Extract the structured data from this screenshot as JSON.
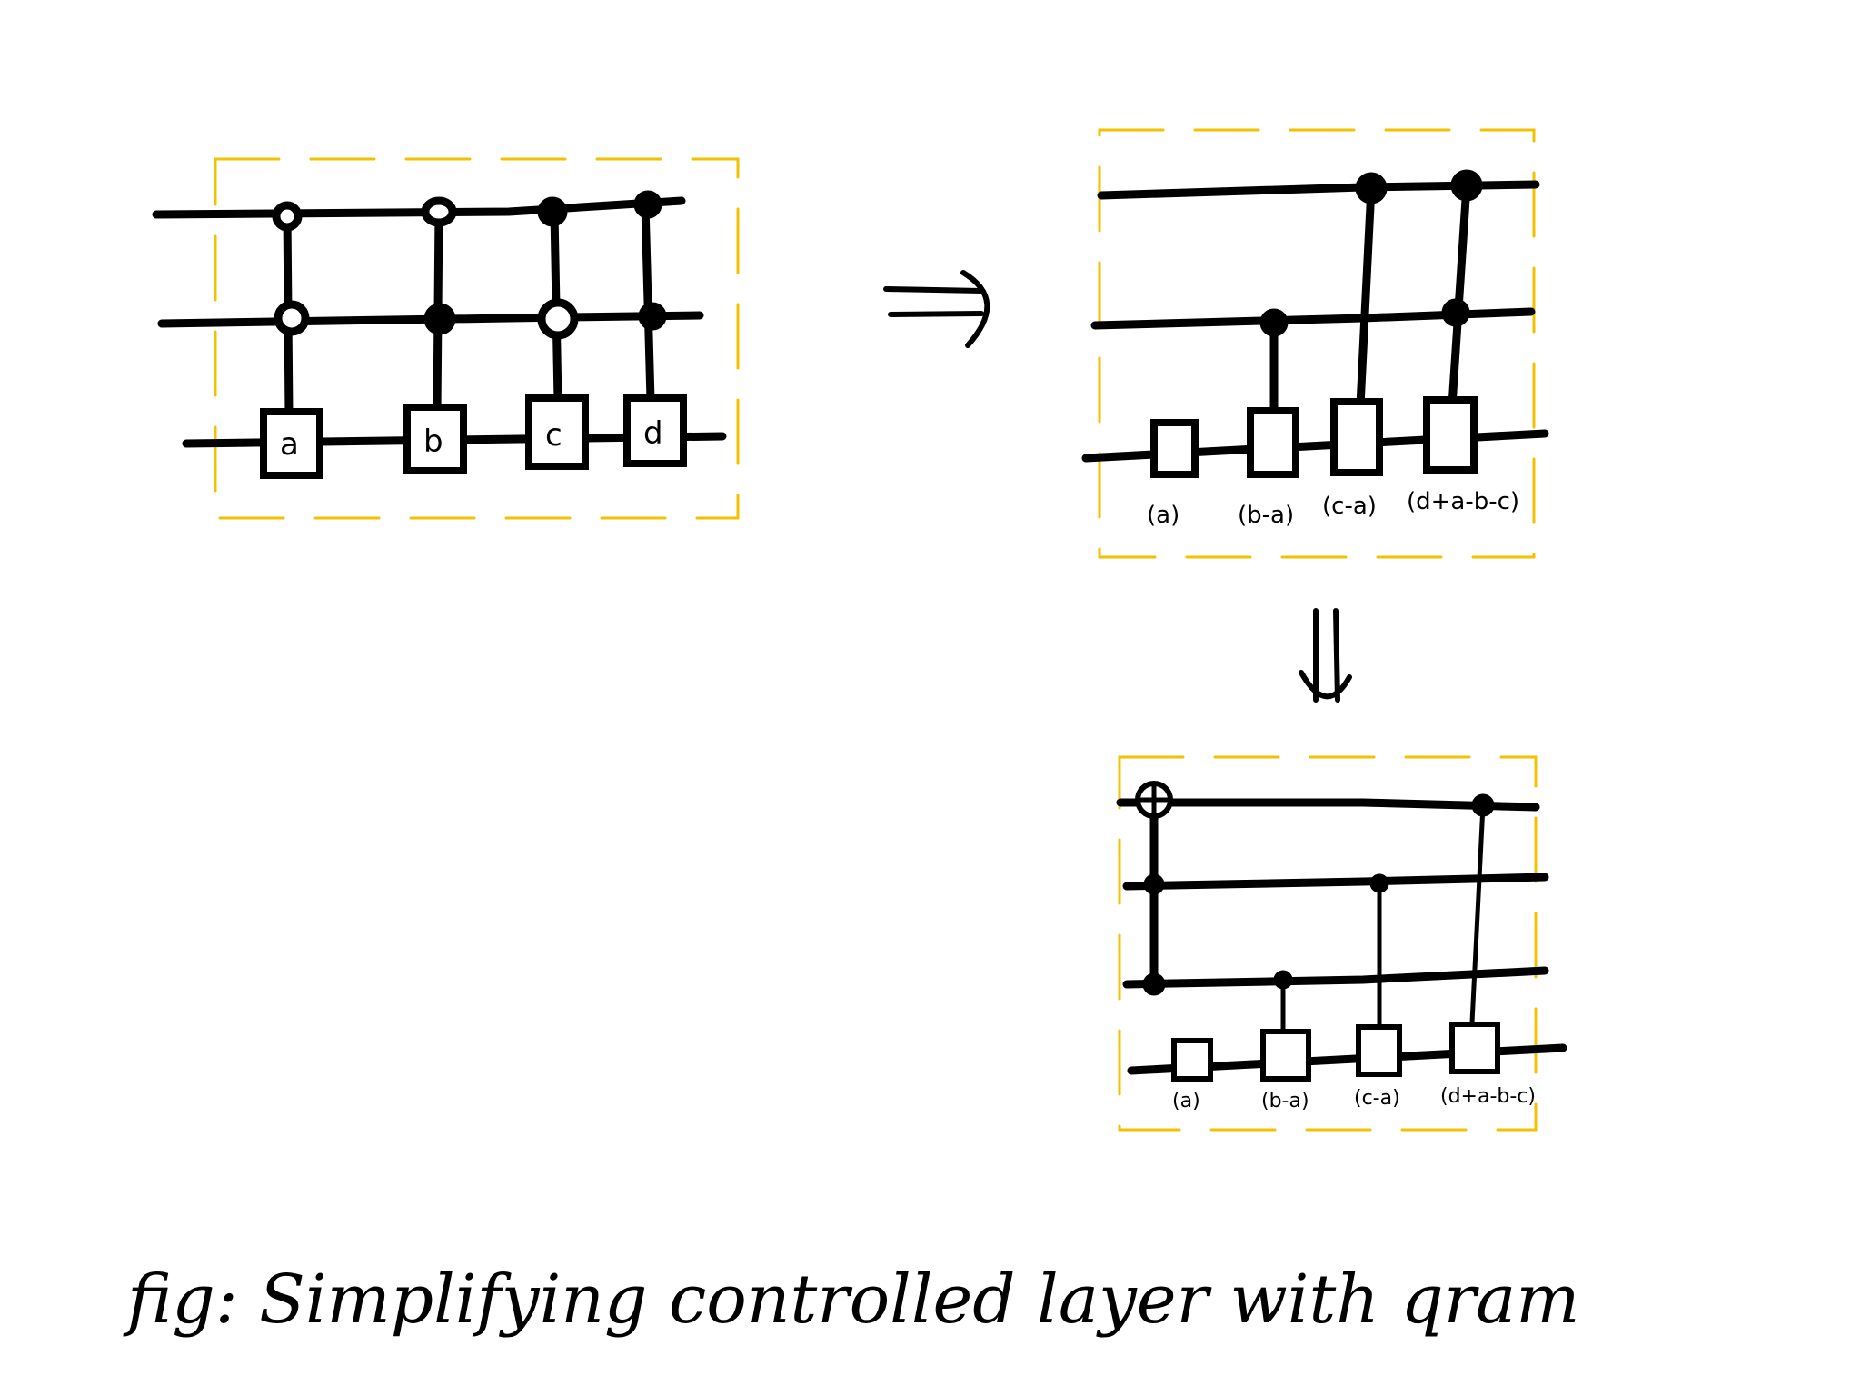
{
  "diagram_left": {
    "gates": [
      {
        "label": "a"
      },
      {
        "label": "b"
      },
      {
        "label": "c"
      },
      {
        "label": "d"
      }
    ]
  },
  "diagram_right": {
    "params": [
      "(a)",
      "(b-a)",
      "(c-a)",
      "(d+a-b-c)"
    ]
  },
  "diagram_bottom": {
    "params": [
      "(a)",
      "(b-a)",
      "(c-a)",
      "(d+a-b-c)"
    ]
  },
  "arrows": {
    "right": "⇒",
    "down": "⇓"
  },
  "caption": "fig: Simplifying controlled layer with qram",
  "colors": {
    "frame": "#f2c200",
    "ink": "#000000"
  }
}
